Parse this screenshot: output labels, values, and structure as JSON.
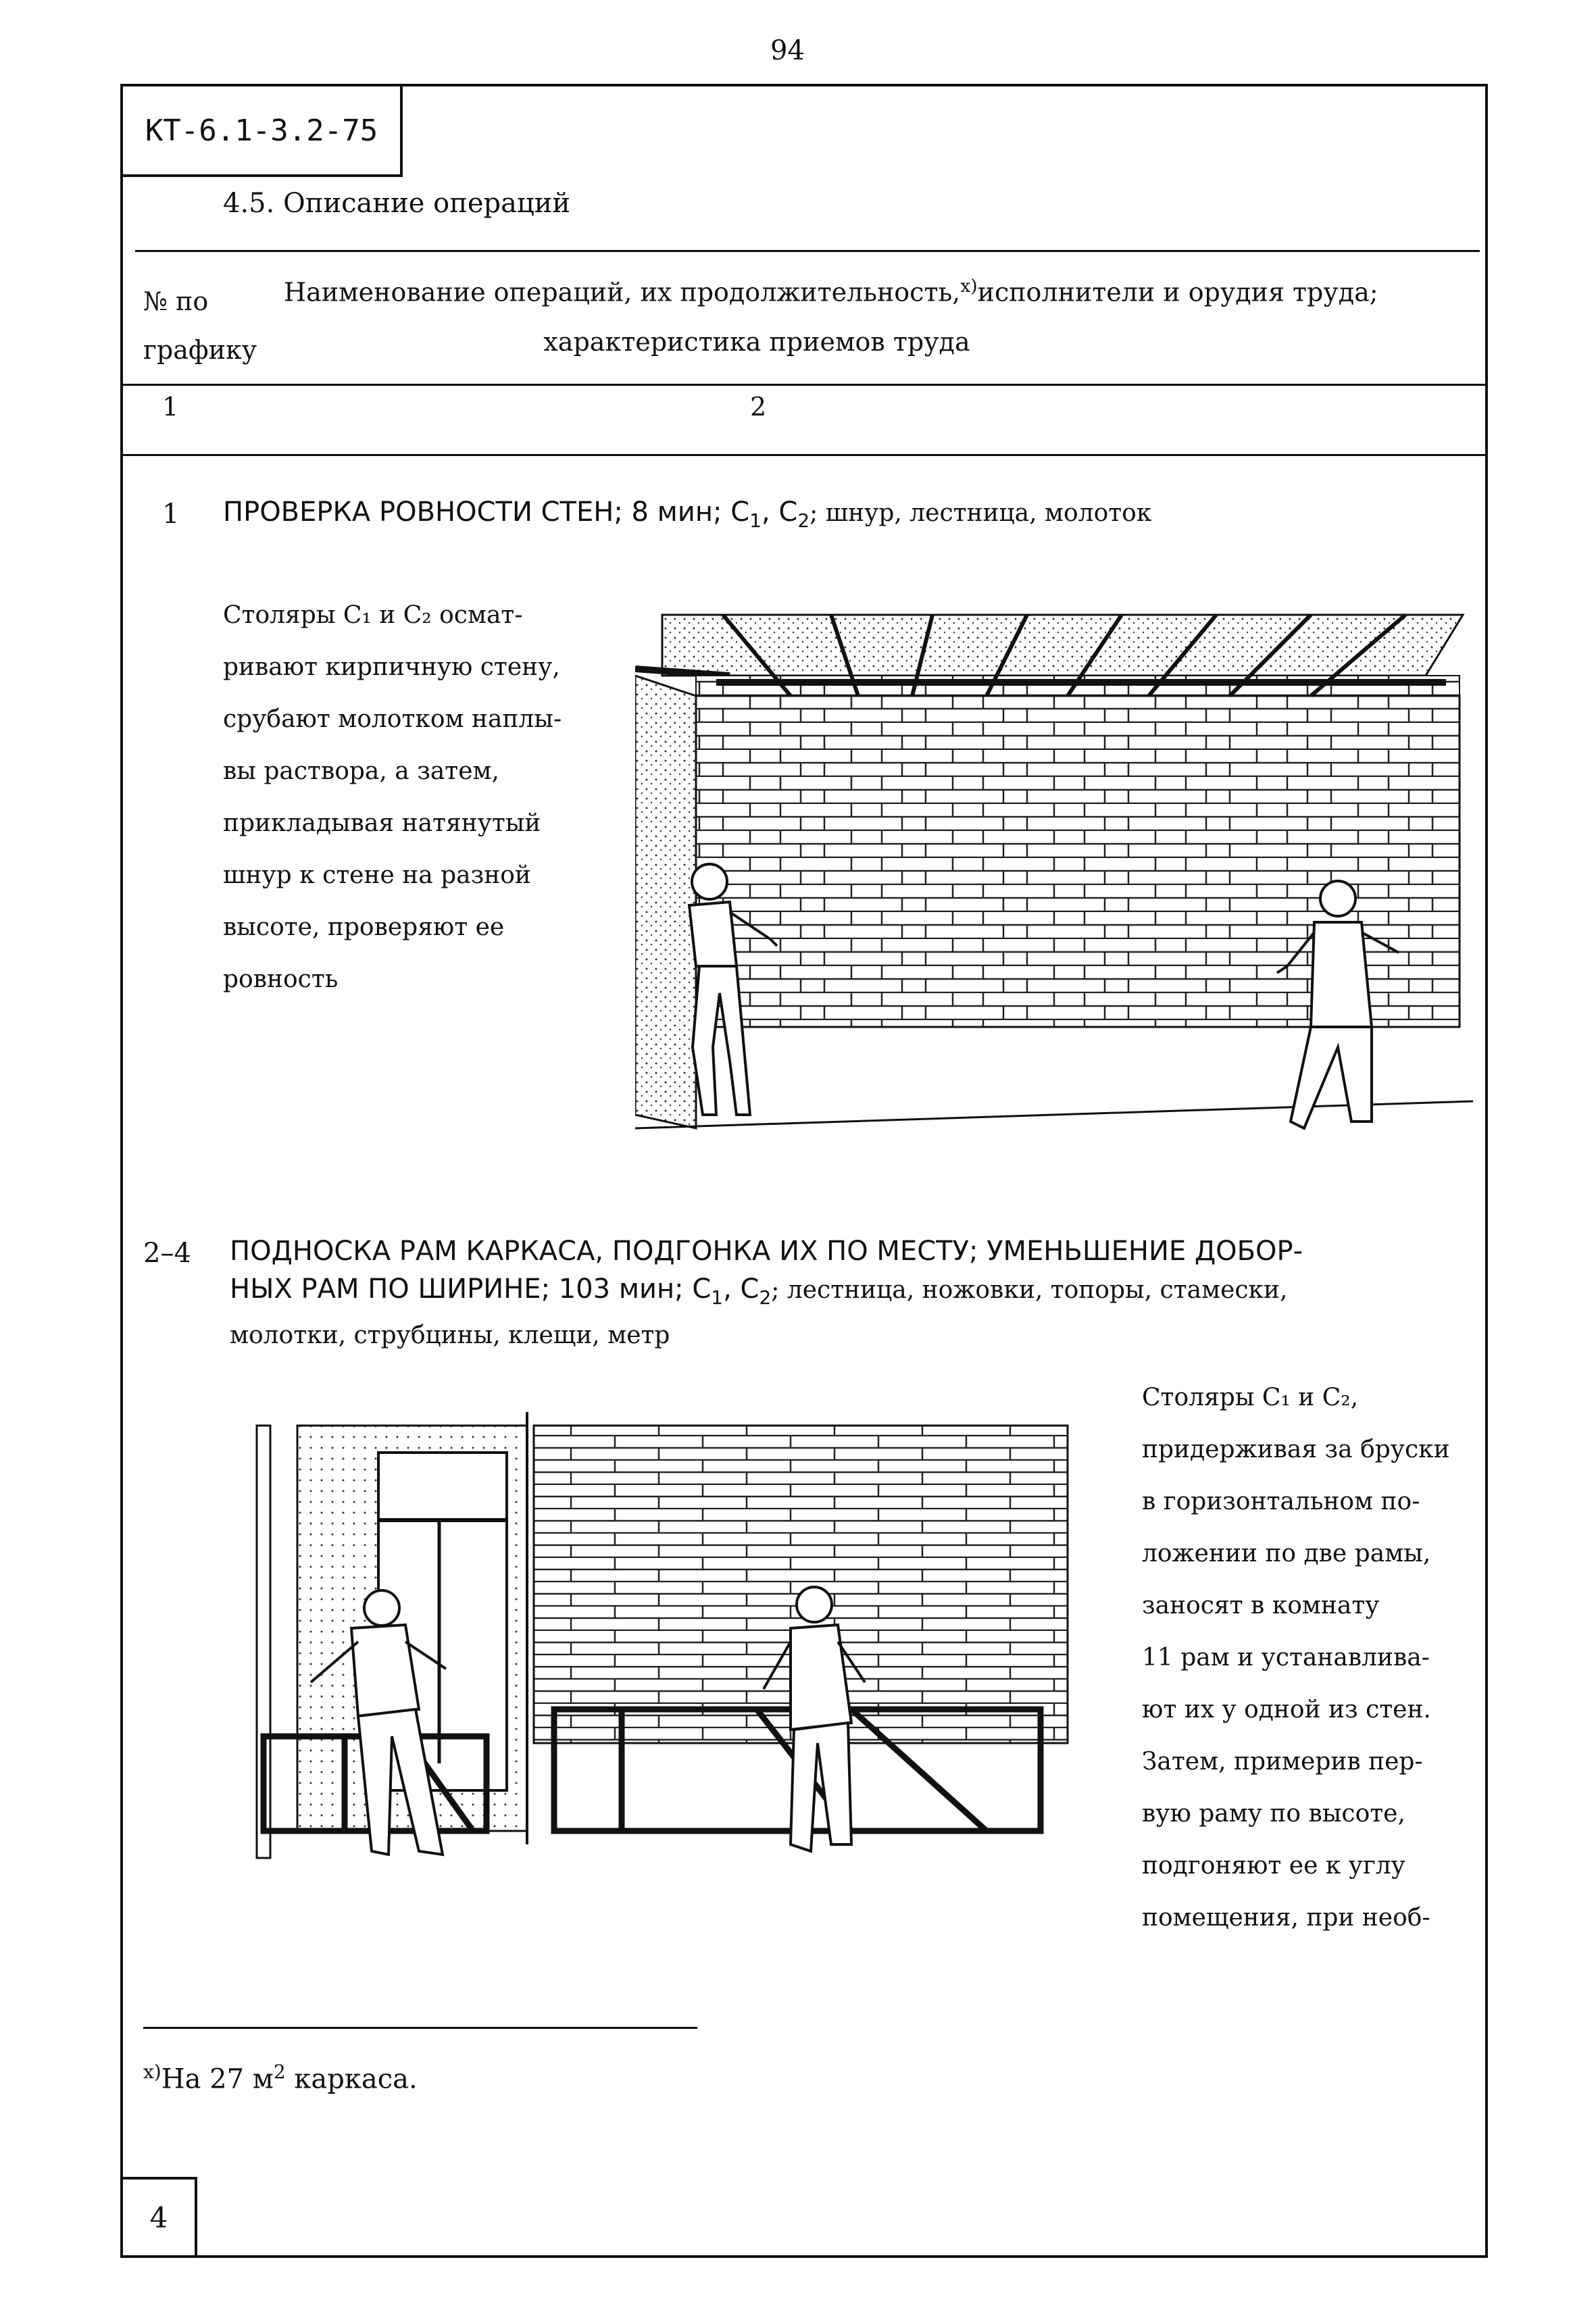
{
  "page_number": "94",
  "doc_code": "КТ-6.1-3.2-75",
  "section_title": "4.5. Описание операций",
  "table_header": {
    "col1_label": "№ по графику",
    "col2_label_line1": "Наименование операций, их продолжительность,",
    "footnote_mark": "х)",
    "col2_label_line1_end": "исполнители и орудия труда;",
    "col2_label_line2": "характеристика приемов труда",
    "col1_num": "1",
    "col2_num": "2"
  },
  "operations": [
    {
      "number": "1",
      "title": "ПРОВЕРКА РОВНОСТИ СТЕН; 8 мин; С",
      "title_sub1": "1",
      "title_mid": ", С",
      "title_sub2": "2",
      "title_end": "; шнур, лестница, молоток",
      "description_lines": [
        "Столяры С₁ и С₂ осмат-",
        "ривают кирпичную стену,",
        "срубают молотком наплы-",
        "вы раствора, а затем,",
        "прикладывая натянутый",
        "шнур к стене на разной",
        "высоте, проверяют ее",
        "ровность"
      ]
    },
    {
      "number": "2–4",
      "title_line1": "ПОДНОСКА РАМ КАРКАСА, ПОДГОНКА ИХ ПО МЕСТУ; УМЕНЬШЕНИЕ ДОБОР-",
      "title_line2a": "НЫХ РАМ ПО ШИРИНЕ; 103 мин; С",
      "title_line2_sub1": "1",
      "title_line2_mid": ", С",
      "title_line2_sub2": "2",
      "title_line2_end": "; лестница, ножовки, топоры, стамески,",
      "title_line3": "молотки, струбцины, клещи, метр",
      "description_lines": [
        "Столяры С₁ и С₂,",
        "придерживая за бруски",
        "в горизонтальном по-",
        "ложении по две рамы,",
        "заносят в комнату",
        "11 рам и устанавлива-",
        "ют их у одной из стен.",
        "Затем, примерив пер-",
        "вую раму по высоте,",
        "подгоняют ее к углу",
        "помещения, при необ-"
      ]
    }
  ],
  "footnote": {
    "mark": "х)",
    "text_a": "На 27 м",
    "text_sup": "2",
    "text_b": " каркаса."
  },
  "sheet_number": "4",
  "figures": [
    {
      "name": "wall-check-illustration"
    },
    {
      "name": "frame-carrying-illustration"
    }
  ]
}
